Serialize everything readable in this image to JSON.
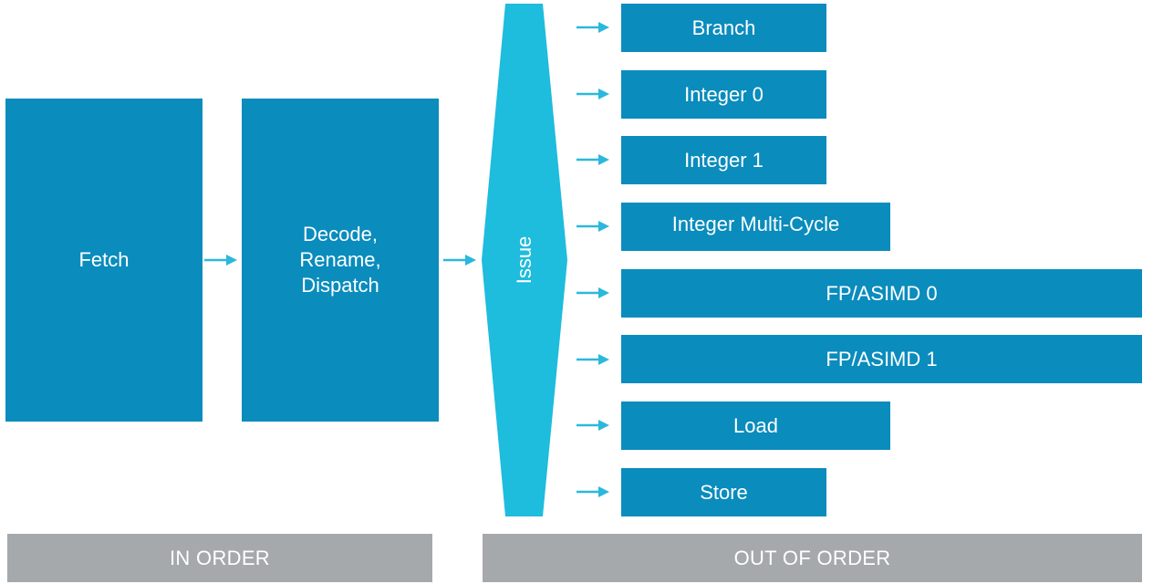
{
  "colors": {
    "unit_box": "#0a8cbd",
    "issue_shape": "#1ebcdd",
    "arrow": "#2bb8dc",
    "band": "#a5a9ac",
    "text": "#ffffff"
  },
  "pipeline": {
    "fetch": "Fetch",
    "decode": [
      "Decode,",
      "Rename,",
      "Dispatch"
    ],
    "issue": "Issue"
  },
  "execution_units": [
    "Branch",
    "Integer 0",
    "Integer 1",
    "Integer Multi-Cycle",
    "FP/ASIMD 0",
    "FP/ASIMD 1",
    "Load",
    "Store"
  ],
  "bands": {
    "in_order": "IN ORDER",
    "out_of_order": "OUT OF ORDER"
  }
}
